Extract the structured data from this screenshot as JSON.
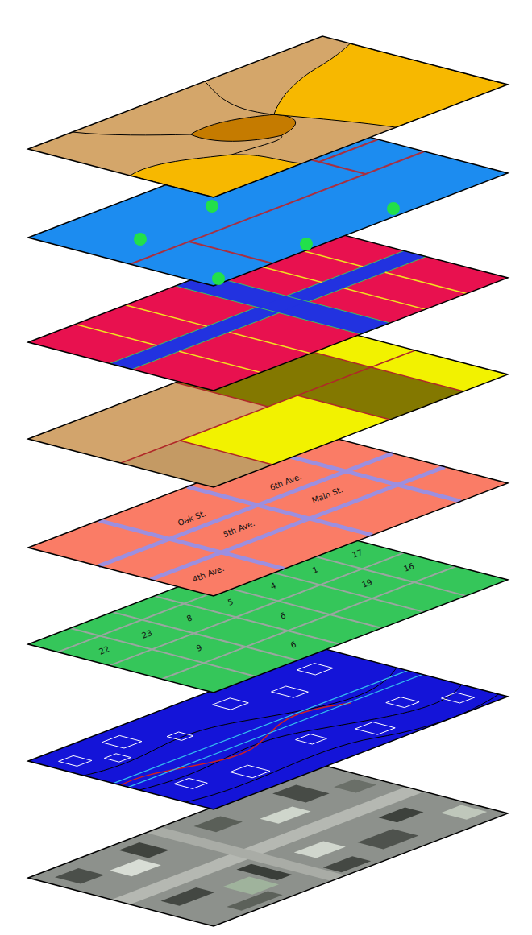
{
  "diagram": {
    "labels": [
      "Oak St.",
      "6th Ave.",
      "5th Ave.",
      "Main St.",
      "4th Ave.",
      "22",
      "23",
      "8",
      "5",
      "4",
      "1",
      "17",
      "9",
      "6",
      "19",
      "16",
      "6"
    ]
  }
}
